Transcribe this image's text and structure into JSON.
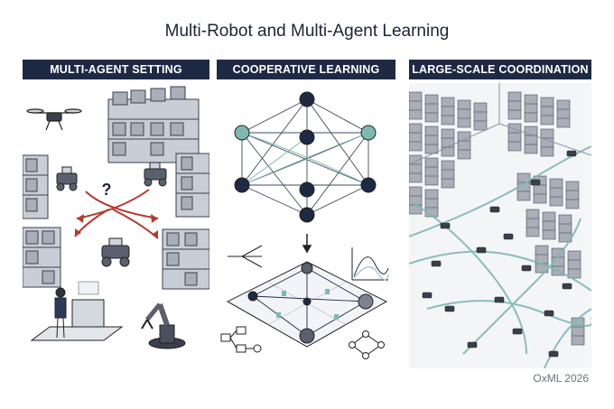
{
  "title": "Multi-Robot and Multi-Agent Learning",
  "panels": [
    {
      "header": "MULTI-AGENT SETTING"
    },
    {
      "header": "COOPERATIVE LEARNING"
    },
    {
      "header": "LARGE-SCALE COORDINATION"
    }
  ],
  "question_mark": "?",
  "footer": "OxML 2026",
  "colors": {
    "navy": "#1e2a44",
    "teal": "#7fb8b2",
    "red": "#b23b30",
    "gray": "#7d8291"
  }
}
